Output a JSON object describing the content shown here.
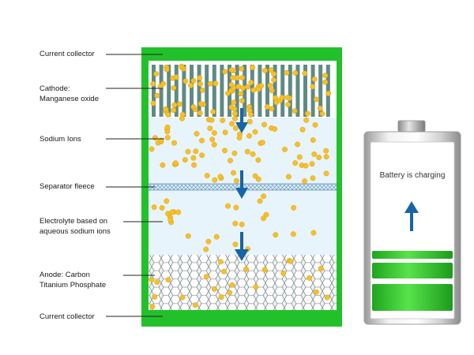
{
  "labels": {
    "current_collector_top": "Current collector",
    "cathode_line1": "Cathode:",
    "cathode_line2": "Manganese oxide",
    "sodium_ions": "Sodium Ions",
    "separator": "Separator fleece",
    "electrolyte_line1": "Electrolyte based on",
    "electrolyte_line2": "aqueous sodium ions",
    "anode_line1": "Anode: Carbon",
    "anode_line2": "Titanium Phosphate",
    "current_collector_bottom": "Current collector"
  },
  "battery": {
    "status_text": "Battery is charging",
    "charge_level_bars": 3
  },
  "colors": {
    "collector_green": "#22c12b",
    "electrolyte_blue": "#e8f4fb",
    "cathode_rod": "#5f8a86",
    "arrow_blue": "#1764a6",
    "ion_yellow": "#f5c02a",
    "battery_green": "#33cc33"
  }
}
